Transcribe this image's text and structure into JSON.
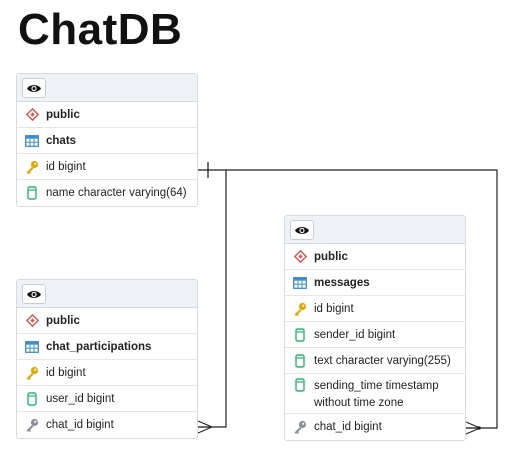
{
  "title": "ChatDB",
  "tables": {
    "chats": {
      "schema": "public",
      "name": "chats",
      "columns": [
        {
          "label": "id bigint",
          "kind": "primary-key"
        },
        {
          "label": "name character varying(64)",
          "kind": "column"
        }
      ]
    },
    "chat_participations": {
      "schema": "public",
      "name": "chat_participations",
      "columns": [
        {
          "label": "id bigint",
          "kind": "primary-key"
        },
        {
          "label": "user_id bigint",
          "kind": "column"
        },
        {
          "label": "chat_id bigint",
          "kind": "foreign-key"
        }
      ]
    },
    "messages": {
      "schema": "public",
      "name": "messages",
      "columns": [
        {
          "label": "id bigint",
          "kind": "primary-key"
        },
        {
          "label": "sender_id bigint",
          "kind": "column"
        },
        {
          "label": "text character varying(255)",
          "kind": "column"
        },
        {
          "label": "sending_time timestamp without time zone",
          "kind": "column"
        },
        {
          "label": "chat_id bigint",
          "kind": "foreign-key"
        }
      ]
    }
  },
  "relations": [
    {
      "from": "chat_participations.chat_id",
      "to": "chats.id",
      "cardinality": "many-to-one"
    },
    {
      "from": "messages.chat_id",
      "to": "chats.id",
      "cardinality": "many-to-one"
    }
  ],
  "icons": {
    "eye": "eye-icon",
    "schema": "schema-diamond-icon",
    "table": "table-grid-icon",
    "primary_key": "gold-key-icon",
    "column": "column-cylinder-icon",
    "foreign_key": "gray-key-icon"
  },
  "colors": {
    "schema_icon": "#d9534f",
    "table_icon": "#3b8fd1",
    "primary_key_icon": "#e0a800",
    "column_icon": "#2bb673",
    "foreign_key_icon": "#8a8f98",
    "header_bg": "#eef1f6",
    "edge": "#222222"
  }
}
